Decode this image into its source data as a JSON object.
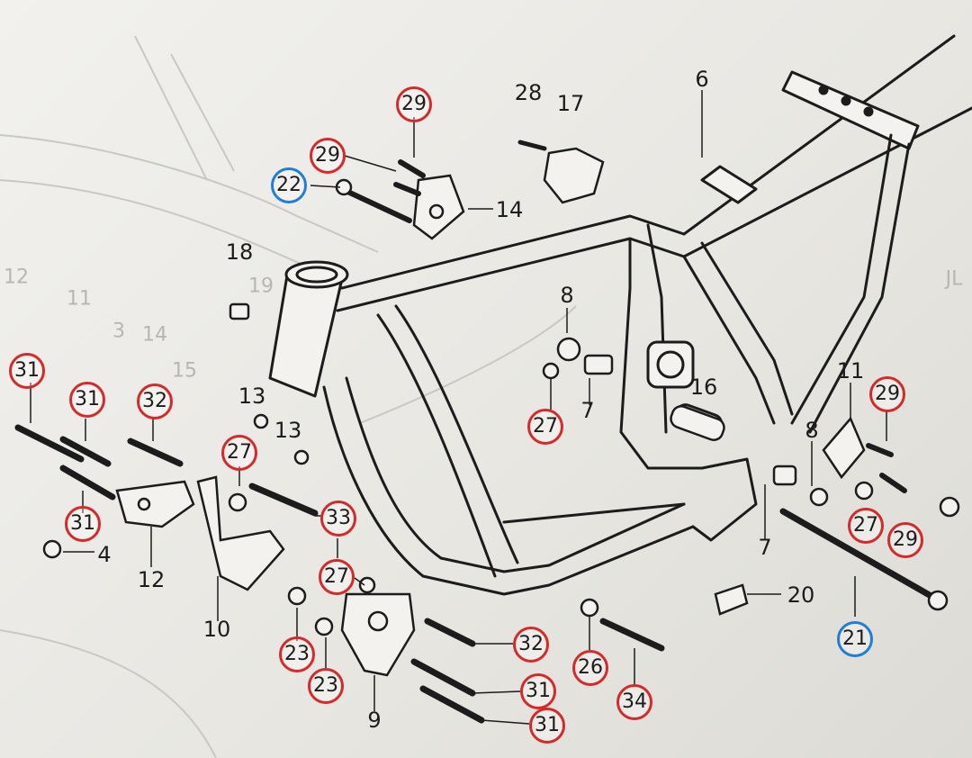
{
  "colors": {
    "callout_red": "#d42a2a",
    "callout_blue": "#1f7fd6",
    "ink": "#1c1c1c",
    "faint": "#b7b6b0"
  },
  "labels": [
    {
      "id": "6",
      "text": "6"
    },
    {
      "id": "28",
      "text": "28"
    },
    {
      "id": "17",
      "text": "17"
    },
    {
      "id": "14",
      "text": "14"
    },
    {
      "id": "18",
      "text": "18"
    },
    {
      "id": "8a",
      "text": "8"
    },
    {
      "id": "7a",
      "text": "7"
    },
    {
      "id": "16",
      "text": "16"
    },
    {
      "id": "11",
      "text": "11"
    },
    {
      "id": "8b",
      "text": "8"
    },
    {
      "id": "7b",
      "text": "7"
    },
    {
      "id": "20",
      "text": "20"
    },
    {
      "id": "13a",
      "text": "13"
    },
    {
      "id": "13b",
      "text": "13"
    },
    {
      "id": "4",
      "text": "4"
    },
    {
      "id": "12",
      "text": "12"
    },
    {
      "id": "10",
      "text": "10"
    },
    {
      "id": "9",
      "text": "9"
    }
  ],
  "callouts": [
    {
      "id": "c29a",
      "text": "29",
      "color": "red"
    },
    {
      "id": "c29b",
      "text": "29",
      "color": "red"
    },
    {
      "id": "c22",
      "text": "22",
      "color": "blue"
    },
    {
      "id": "c31a",
      "text": "31",
      "color": "red"
    },
    {
      "id": "c31b",
      "text": "31",
      "color": "red"
    },
    {
      "id": "c32a",
      "text": "32",
      "color": "red"
    },
    {
      "id": "c31c",
      "text": "31",
      "color": "red"
    },
    {
      "id": "c27a",
      "text": "27",
      "color": "red"
    },
    {
      "id": "c33",
      "text": "33",
      "color": "red"
    },
    {
      "id": "c27b",
      "text": "27",
      "color": "red"
    },
    {
      "id": "c23a",
      "text": "23",
      "color": "red"
    },
    {
      "id": "c23b",
      "text": "23",
      "color": "red"
    },
    {
      "id": "c27c",
      "text": "27",
      "color": "red"
    },
    {
      "id": "c32b",
      "text": "32",
      "color": "red"
    },
    {
      "id": "c31d",
      "text": "31",
      "color": "red"
    },
    {
      "id": "c31e",
      "text": "31",
      "color": "red"
    },
    {
      "id": "c26",
      "text": "26",
      "color": "red"
    },
    {
      "id": "c34",
      "text": "34",
      "color": "red"
    },
    {
      "id": "c29c",
      "text": "29",
      "color": "red"
    },
    {
      "id": "c27d",
      "text": "27",
      "color": "red"
    },
    {
      "id": "c29d",
      "text": "29",
      "color": "red"
    },
    {
      "id": "c21",
      "text": "21",
      "color": "blue"
    }
  ],
  "bleed_through": [
    {
      "id": "g12",
      "text": "12"
    },
    {
      "id": "g11",
      "text": "11"
    },
    {
      "id": "g13",
      "text": "3"
    },
    {
      "id": "g14",
      "text": "14"
    },
    {
      "id": "g15",
      "text": "15"
    },
    {
      "id": "g19",
      "text": "19"
    },
    {
      "id": "gjl",
      "text": "JL"
    }
  ]
}
